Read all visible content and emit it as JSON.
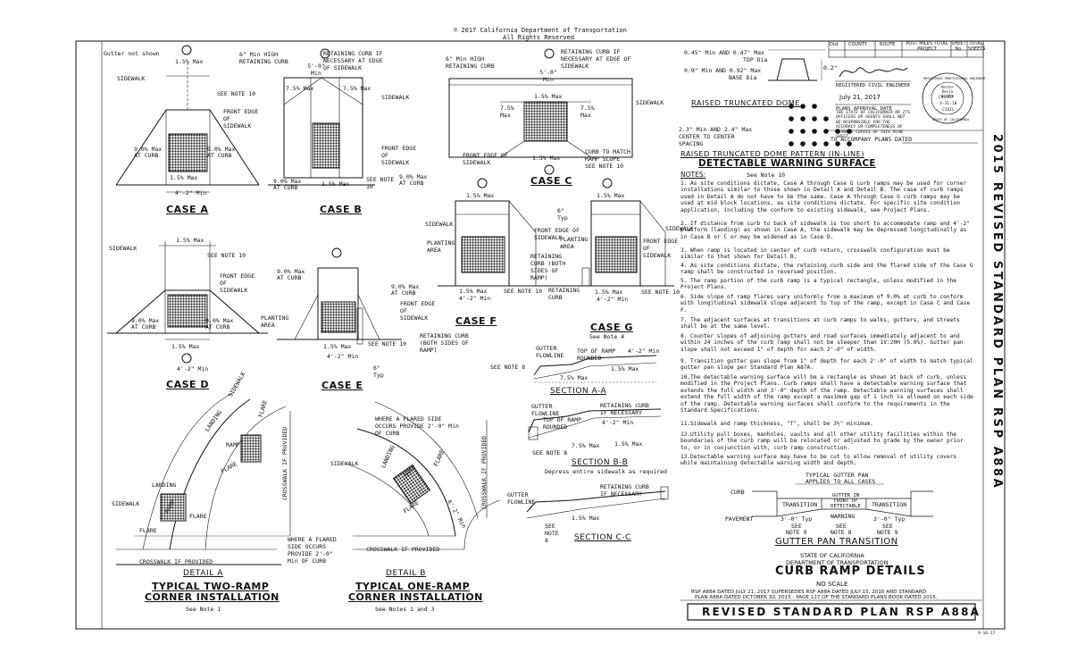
{
  "header": {
    "copyright": "© 2017 California Department of Transportation",
    "rights": "All Rights Reserved"
  },
  "side_title": "2015 REVISED STANDARD PLAN RSP A88A",
  "title_block": {
    "cols": [
      "Dist",
      "COUNTY",
      "ROUTE",
      "POST MILES TOTAL PROJECT",
      "SHEET No.",
      "TOTAL SHEETS"
    ],
    "engineer": "REGISTERED CIVIL ENGINEER",
    "date": "July 21, 2017",
    "approval": "PLANS APPROVAL DATE",
    "disclaimer": "THE STATE OF CALIFORNIA OR ITS OFFICERS OR AGENTS SHALL NOT BE RESPONSIBLE FOR THE ACCURACY OR COMPLETENESS OF SCANNED COPIES OF THIS PLAN SHEET.",
    "stamp_name": "Vector Devla Gordon",
    "stamp_no": "C41957",
    "stamp_exp": "3-31-18",
    "stamp_civil": "CIVIL",
    "stamp_outer_top": "REGISTERED PROFESSIONAL ENGINEER",
    "stamp_outer_bottom": "STATE OF CALIFORNIA",
    "accompany": "TO ACCOMPANY PLANS DATED"
  },
  "dome": {
    "top_dia": "0.45\" Min AND 0.47\" Max",
    "top_dia_label": "TOP Dia",
    "base_dia": "0.9\" Min AND 0.92\" Max",
    "base_dia_label": "BASE Dia",
    "height": "0.2\"",
    "raised_dome": "RAISED TRUNCATED DOME",
    "spacing1": "2.3\" Min AND 2.4\" Max",
    "spacing2": "CENTER TO CENTER",
    "spacing3": "SPACING",
    "pattern": "RAISED TRUNCATED DOME PATTERN (IN-LINE)",
    "dws": "DETECTABLE WARNING SURFACE",
    "dws_note": "See Note 10"
  },
  "notes_title": "NOTES:",
  "notes": [
    {
      "n": "1.",
      "text": "As site conditions dictate, Case A through Case G curb ramps may be used for corner installations similar to those shown in Detail A and Detail B. The case of curb ramps used in Detail A do not have to be the same. Case A through Case G curb ramps may be used at mid block locations, as site conditions dictate. For specific site condition application, including the conform to existing sidewalk, see Project Plans."
    },
    {
      "n": "2.",
      "text": "If distance from curb to back of sidewalk is too short to accommodate ramp and 4'-2\" platform (landing) as shown in Case A, the sidewalk may be depressed longitudinally as in Case B or C or may be widened as in Case D."
    },
    {
      "n": "3.",
      "text": "When ramp is located in center of curb return, crosswalk configuration must be similar to that shown for Detail B."
    },
    {
      "n": "4.",
      "text": "As site conditions dictate, the retaining curb side and the flared side of the Case G ramp shall be constructed in reversed position."
    },
    {
      "n": "5.",
      "text": "The ramp portion of the curb ramp is a typical rectangle, unless modified in the Project Plans."
    },
    {
      "n": "6.",
      "text": "Side slope of ramp flares vary uniformly from a maximum of 9.0% at curb to conform with longitudinal sidewalk slope adjacent to top of the ramp, except in Case C and Case F."
    },
    {
      "n": "7.",
      "text": "The adjacent surfaces at transitions at curb ramps to walks, gutters, and streets shall be at the same level."
    },
    {
      "n": "8.",
      "text": "Counter slopes of adjoining gutters and road surfaces immediately adjacent to and within 24 inches of the curb ramp shall not be steeper than 1V:20H (5.0%). Gutter pan slope shall not exceed 1\" of depth for each 2'-0\" of width."
    },
    {
      "n": "9.",
      "text": "Transition gutter pan slope from 1\" of depth for each 2'-0\" of width to match typical gutter pan slope per Standard Plan A87A."
    },
    {
      "n": "10.",
      "text": "The detectable warning surface will be a rectangle as shown at back of curb, unless modified in the Project Plans. Curb ramps shall have a detectable warning surface that extends the full width and 3'-0\" depth of the ramp. Detectable warning surfaces shall extend the full width of the ramp except a maximum gap of 1 inch is allowed on each side of the ramp. Detectable warning surfaces shall conform to the requirements in the Standard Specifications."
    },
    {
      "n": "11.",
      "text": "Sidewalk and ramp thickness, \"T\", shall be 3½\" minimum."
    },
    {
      "n": "12.",
      "text": "Utility pull boxes, manholes, vaults and all other utility facilities within the boundaries of the curb ramp will be relocated or adjusted to grade by the owner prior to, or in conjunction with, curb ramp construction."
    },
    {
      "n": "13.",
      "text": "Detectable warning surface may have to be cut to allow removal of utility covers while maintaining detectable warning width and depth."
    }
  ],
  "gutter_pan": {
    "typical1": "TYPICAL GUTTER PAN",
    "typical2": "APPLIES TO ALL CASES",
    "curb": "CURB",
    "pavement": "PAVEMENT",
    "transition": "TRANSITION",
    "gutter_front": "GUTTER IN FRONT OF DETECTABLE",
    "warning": "WARNING",
    "typ": "3'-0\" Typ",
    "see": "SEE",
    "note9": "NOTE 9",
    "note8": "NOTE 8",
    "title": "GUTTER PAN TRANSITION"
  },
  "footer": {
    "state": "STATE OF CALIFORNIA",
    "dept": "DEPARTMENT OF TRANSPORTATION",
    "title": "CURB RAMP DETAILS",
    "scale": "NO SCALE",
    "supersede1": "RSP A88A DATED JULY 21, 2017 SUPERSEDES RSP A88A DATED JULY 15, 2016 AND STANDARD",
    "supersede2": "PLAN A88A DATED OCTOBER 30, 2015 - PAGE 127 OF THE STANDARD PLANS BOOK DATED 2015.",
    "revised": "REVISED STANDARD PLAN RSP A88A",
    "stamp": "9-16-17"
  },
  "cases": {
    "a": "CASE A",
    "b": "CASE B",
    "c": "CASE C",
    "d": "CASE D",
    "e": "CASE E",
    "f": "CASE F",
    "g": "CASE G",
    "g_note": "See Note 4"
  },
  "sections": {
    "aa": "SECTION A-A",
    "bb": "SECTION B-B",
    "cc": "SECTION C-C",
    "bb_note": "Depress entire sidewalk as required"
  },
  "details": {
    "a": "DETAIL A",
    "a_title1": "TYPICAL TWO-RAMP",
    "a_title2": "CORNER INSTALLATION",
    "a_note": "See Note 1",
    "b": "DETAIL B",
    "b_title1": "TYPICAL ONE-RAMP",
    "b_title2": "CORNER INSTALLATION",
    "b_note": "See Notes 1 and 3"
  },
  "labels": {
    "gutter_not_shown": "Gutter not shown",
    "sidewalk": "SIDEWALK",
    "see_note10": "SEE NOTE 10",
    "front_edge": "FRONT EDGE OF SIDEWALK",
    "max9": "9.0% Max",
    "at_curb": "AT CURB",
    "max15": "1.5% Max",
    "max75": "7.5% Max",
    "min42": "4'-2\" Min",
    "min50": "5'-0\" Min",
    "min6_high": "6\" Min HIGH RETAINING CURB",
    "ret_curb_nec": "RETAINING CURB IF NECESSARY AT EDGE OF SIDEWALK",
    "curb_match": "CURB TO MATCH RAMP SLOPE",
    "planting_area": "PLANTING AREA",
    "retaining_both": "RETAINING CURB (BOTH SIDES OF RAMP)",
    "retaining_curb": "RETAINING CURB",
    "typ6": "6\" Typ",
    "gutter_flowline": "GUTTER FLOWLINE",
    "top_ramp_rounded": "TOP OF RAMP ROUNDED",
    "see_note8": "SEE NOTE 8",
    "ret_curb_if_nec": "RETAINING CURB IF NECESSARY",
    "where_flared": "WHERE A FLARED SIDE OCCURS PROVIDE 2'-0\" Min OF CURB",
    "landing": "LANDING",
    "ramp": "RAMP",
    "flare": "FLARE",
    "crosswalk": "CROSSWALK IF PROVIDED"
  }
}
